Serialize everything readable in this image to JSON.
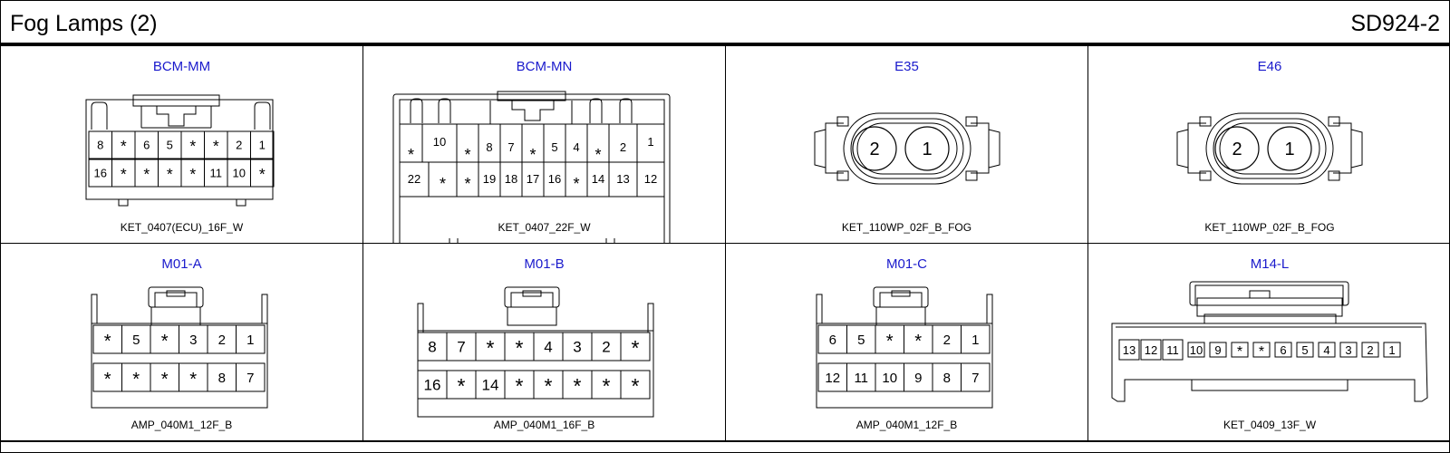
{
  "header": {
    "title": "Fog Lamps (2)",
    "code": "SD924-2"
  },
  "connectors": [
    {
      "name": "BCM-MM",
      "part": "KET_0407(ECU)_16F_W",
      "rows": [
        [
          "8",
          "*",
          "6",
          "5",
          "*",
          "*",
          "2",
          "1"
        ],
        [
          "16",
          "*",
          "*",
          "*",
          "*",
          "11",
          "10",
          "*"
        ]
      ]
    },
    {
      "name": "BCM-MN",
      "part": "KET_0407_22F_W",
      "rows": [
        [
          "*",
          "10",
          "*",
          "8",
          "7",
          "*",
          "5",
          "4",
          "*",
          "2",
          "1"
        ],
        [
          "22",
          "*",
          "*",
          "19",
          "18",
          "17",
          "16",
          "*",
          "14",
          "13",
          "12"
        ]
      ]
    },
    {
      "name": "E35",
      "part": "KET_110WP_02F_B_FOG",
      "pins": [
        "2",
        "1"
      ]
    },
    {
      "name": "E46",
      "part": "KET_110WP_02F_B_FOG",
      "pins": [
        "2",
        "1"
      ]
    },
    {
      "name": "M01-A",
      "part": "AMP_040M1_12F_B",
      "rows": [
        [
          "*",
          "5",
          "*",
          "3",
          "2",
          "1"
        ],
        [
          "*",
          "*",
          "*",
          "*",
          "8",
          "7"
        ]
      ]
    },
    {
      "name": "M01-B",
      "part": "AMP_040M1_16F_B",
      "rows": [
        [
          "8",
          "7",
          "*",
          "*",
          "4",
          "3",
          "2",
          "*"
        ],
        [
          "16",
          "*",
          "14",
          "*",
          "*",
          "*",
          "*",
          "*"
        ]
      ]
    },
    {
      "name": "M01-C",
      "part": "AMP_040M1_12F_B",
      "rows": [
        [
          "6",
          "5",
          "*",
          "*",
          "2",
          "1"
        ],
        [
          "12",
          "11",
          "10",
          "9",
          "8",
          "7"
        ]
      ]
    },
    {
      "name": "M14-L",
      "part": "KET_0409_13F_W",
      "rows": [
        [
          "13",
          "12",
          "11",
          "10",
          "9",
          "*",
          "*",
          "6",
          "5",
          "4",
          "3",
          "2",
          "1"
        ]
      ]
    }
  ]
}
